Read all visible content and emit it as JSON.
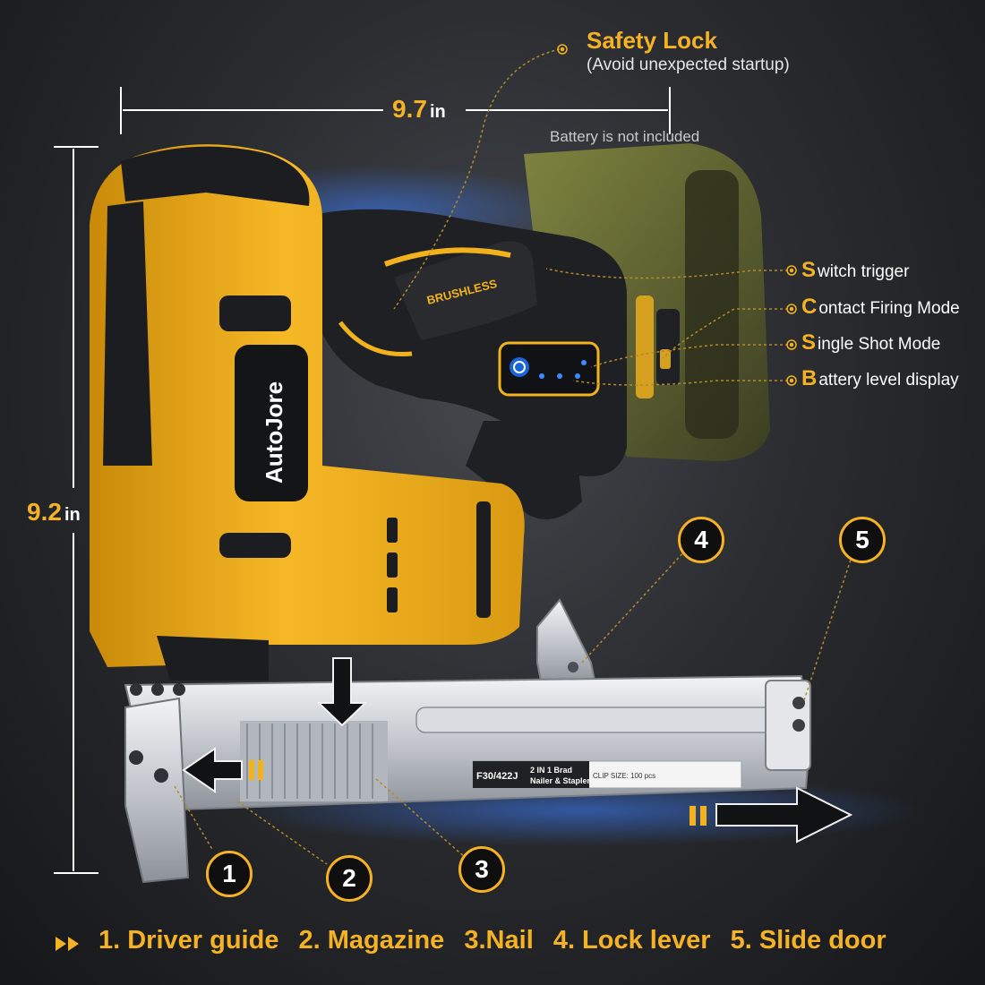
{
  "callouts": {
    "safety_lock_title": "Safety Lock",
    "safety_lock_sub": "(Avoid unexpected startup)",
    "battery_note": "Battery is not included"
  },
  "dimensions": {
    "width_value": "9.7",
    "width_unit": "in",
    "height_value": "9.2",
    "height_unit": "in"
  },
  "features": [
    {
      "letter": "S",
      "rest": "witch trigger"
    },
    {
      "letter": "C",
      "rest": "ontact Firing Mode"
    },
    {
      "letter": "S",
      "rest": "ingle Shot Mode"
    },
    {
      "letter": "B",
      "rest": "attery level display"
    }
  ],
  "product_labels": {
    "brand": "AutoJore",
    "motor": "BRUSHLESS",
    "model": "F30/422J",
    "desc_line1": "2 IN 1 Brad",
    "desc_line2": "Nailer & Stapler",
    "clip": "CLIP SIZE: 100 pcs"
  },
  "part_numbers": [
    "1",
    "2",
    "3",
    "4",
    "5"
  ],
  "legend": [
    "1. Driver guide",
    "2. Magazine",
    "3.Nail",
    "4. Lock lever",
    "5. Slide door"
  ],
  "colors": {
    "accent": "#f6b225",
    "tool_yellow": "#f2b21c",
    "tool_black": "#1c1d20",
    "battery_olive": "#6d7334",
    "background": "#2a2c30"
  }
}
